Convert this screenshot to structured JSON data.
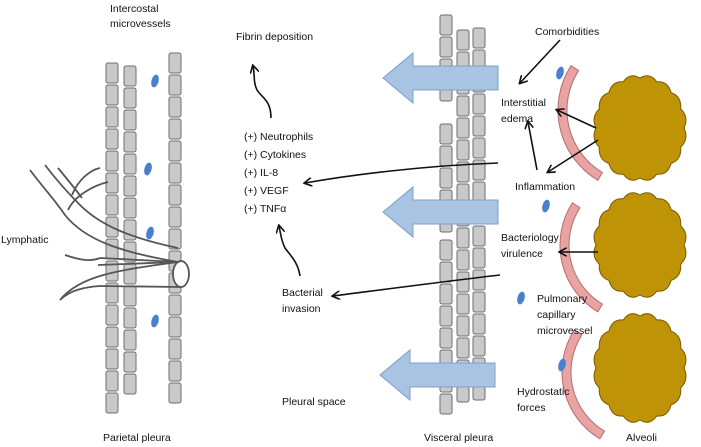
{
  "labels": {
    "intercostal_microvessels": [
      "Intercostal",
      "microvessels"
    ],
    "lymphatic": "Lymphatic",
    "parietal_pleura": "Parietal pleura",
    "fibrin_deposition": "Fibrin deposition",
    "mediators": [
      "(+) Neutrophils",
      "(+) Cytokines",
      "(+) IL-8",
      "(+) VEGF",
      "(+) TNFα"
    ],
    "bacterial_invasion": [
      "Bacterial",
      "invasion"
    ],
    "pleural_space": "Pleural space",
    "visceral_pleura": "Visceral pleura",
    "comorbidities": "Comorbidities",
    "interstitial_edema": [
      "Interstitial",
      "edema"
    ],
    "inflammation": "Inflammation",
    "bacteriology_virulence": [
      "Bacteriology",
      "virulence"
    ],
    "pulmonary_capillary_microvessel": [
      "Pulmonary",
      "capillary",
      "microvessel"
    ],
    "hydrostatic_forces": [
      "Hydrostatic",
      "forces"
    ],
    "alveoli": "Alveoli"
  },
  "colors": {
    "cell_fill": "#c9c9c9",
    "cell_stroke": "#6e6e6e",
    "fluid_arrow": "#a9c3e3",
    "fluid_arrow_stroke": "#7f9fc9",
    "vessel_drop": "#4a7fd0",
    "alveolus_fill": "#bf9306",
    "alveolus_stroke": "#7a5c00",
    "capillary_fill": "#e8a3a3",
    "capillary_stroke": "#b86a6a",
    "lymphatic_stroke": "#555555"
  }
}
